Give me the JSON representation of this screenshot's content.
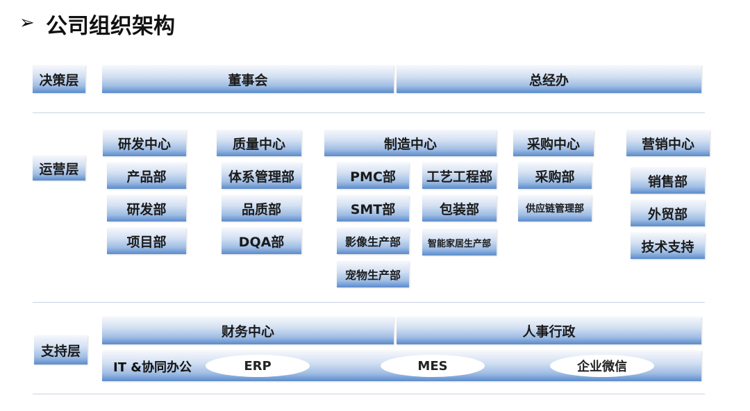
{
  "title": "公司组织架构",
  "arrow_icon": "➢",
  "layers": {
    "decision": "决策层",
    "operation": "运营层",
    "support": "支持层"
  },
  "decision": {
    "board": "董事会",
    "gm_office": "总经办"
  },
  "rd": {
    "center": "研发中心",
    "depts": [
      "产品部",
      "研发部",
      "项目部"
    ]
  },
  "quality": {
    "center": "质量中心",
    "depts": [
      "体系管理部",
      "品质部",
      "DQA部"
    ]
  },
  "mfg": {
    "center": "制造中心",
    "depts": [
      "PMC部",
      "工艺工程部",
      "SMT部",
      "包装部",
      "影像生产部",
      "智能家居生产部",
      "宠物生产部"
    ]
  },
  "purchase": {
    "center": "采购中心",
    "depts": [
      "采购部",
      "供应链管理部"
    ]
  },
  "marketing": {
    "center": "营销中心",
    "depts": [
      "销售部",
      "外贸部",
      "技术支持"
    ]
  },
  "support": {
    "finance": "财务中心",
    "hr": "人事行政",
    "it_label": "IT &协同办公",
    "systems": [
      "ERP",
      "MES",
      "企业微信"
    ]
  }
}
